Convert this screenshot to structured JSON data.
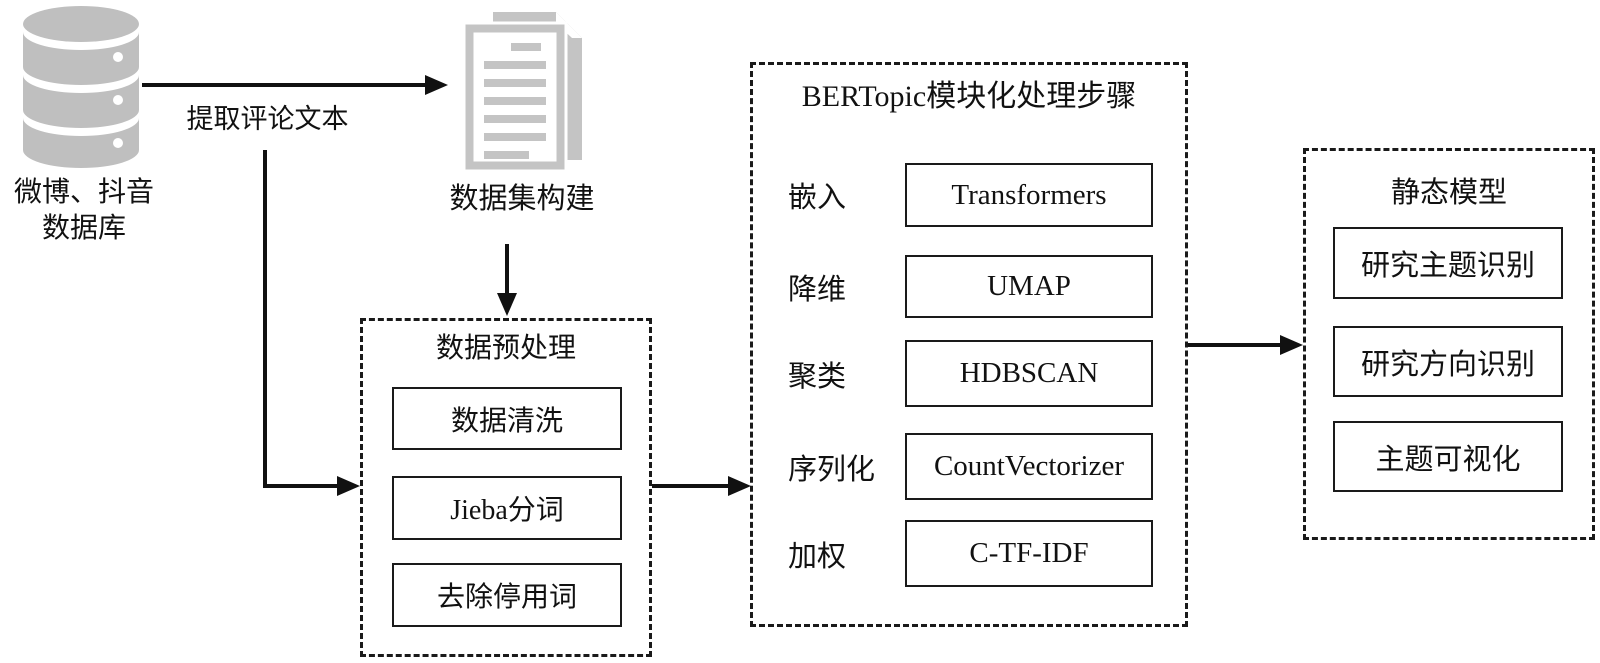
{
  "diagram": {
    "source_db": {
      "icon": "database-icon",
      "label_line1": "微博、抖音",
      "label_line2": "数据库"
    },
    "extract_arrow_label": "提取评论文本",
    "dataset": {
      "icon": "documents-icon",
      "label": "数据集构建"
    },
    "preprocess": {
      "title": "数据预处理",
      "items": [
        "数据清洗",
        "Jieba分词",
        "去除停用词"
      ]
    },
    "bertopic": {
      "title": "BERTopic模块化处理步骤",
      "rows": [
        {
          "label": "嵌入",
          "value": "Transformers"
        },
        {
          "label": "降维",
          "value": "UMAP"
        },
        {
          "label": "聚类",
          "value": "HDBSCAN"
        },
        {
          "label": "序列化",
          "value": "CountVectorizer"
        },
        {
          "label": "加权",
          "value": "C-TF-IDF"
        }
      ]
    },
    "static_model": {
      "title": "静态模型",
      "items": [
        "研究主题识别",
        "研究方向识别",
        "主题可视化"
      ]
    },
    "colors": {
      "icon_gray": "#c2c2c2",
      "line_black": "#111111",
      "background": "#ffffff"
    }
  }
}
